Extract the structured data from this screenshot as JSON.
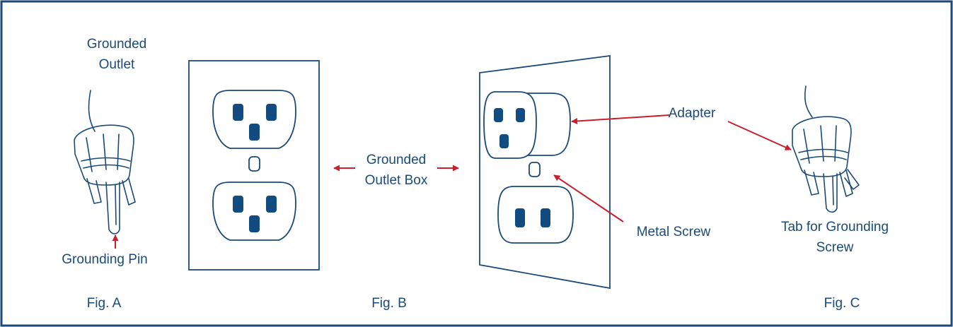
{
  "colors": {
    "frame": "#1b4a7a",
    "stroke": "#1b4a7a",
    "slot_fill": "#124b80",
    "label_text": "#1b4a7a",
    "arrow": "#c8202c",
    "background": "#ffffff"
  },
  "figure_a": {
    "caption": "Fig. A",
    "label_top_line1": "Grounded",
    "label_top_line2": "Outlet",
    "label_pin": "Grounding Pin",
    "icon": "three-prong-plug-icon"
  },
  "figure_b": {
    "caption": "Fig. B",
    "label_box_line1": "Grounded",
    "label_box_line2": "Outlet Box",
    "icon": "duplex-grounded-outlet-icon"
  },
  "figure_c": {
    "caption": "Fig. C",
    "label_adapter": "Adapter",
    "label_screw": "Metal Screw",
    "label_tab_line1": "Tab for Grounding",
    "label_tab_line2": "Screw",
    "icon": "adapter-outlet-icon"
  }
}
